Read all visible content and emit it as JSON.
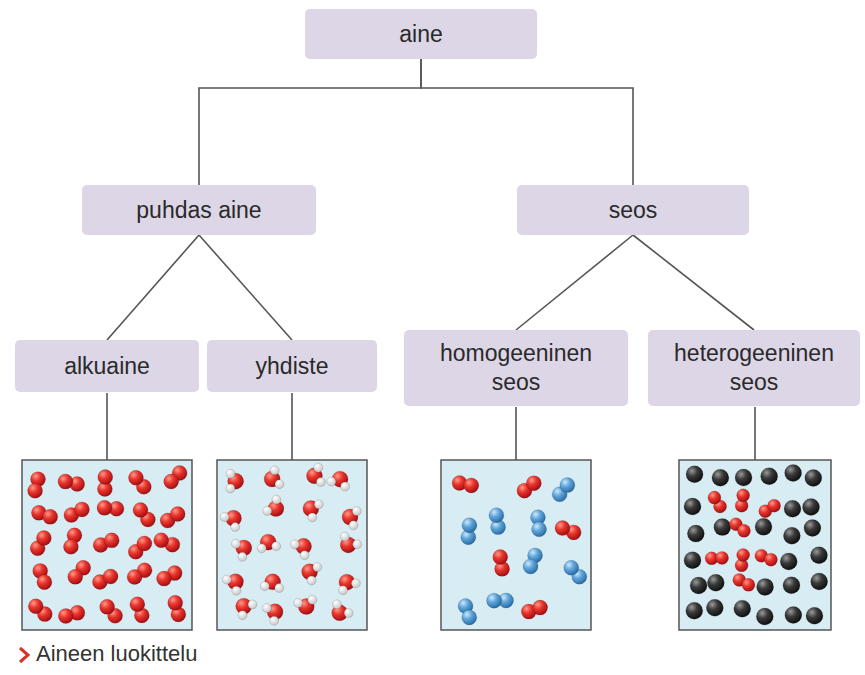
{
  "diagram": {
    "caption": "Aineen luokittelu",
    "nodes": [
      {
        "text": [
          "aine"
        ]
      },
      {
        "text": [
          "puhdas aine"
        ]
      },
      {
        "text": [
          "seos"
        ]
      },
      {
        "text": [
          "alkuaine"
        ]
      },
      {
        "text": [
          "yhdiste"
        ]
      },
      {
        "text": [
          "homogeeninen seos"
        ]
      },
      {
        "text": [
          "heterogeeninen seos"
        ]
      }
    ],
    "edges": [
      {
        "from": 0,
        "to": 1,
        "arrow": "none"
      },
      {
        "from": 0,
        "to": 2,
        "arrow": "none"
      },
      {
        "from": 1,
        "to": 3,
        "arrow": "none"
      },
      {
        "from": 1,
        "to": 4,
        "arrow": "none"
      },
      {
        "from": 2,
        "to": 5,
        "arrow": "none"
      },
      {
        "from": 2,
        "to": 6,
        "arrow": "none"
      }
    ]
  }
}
